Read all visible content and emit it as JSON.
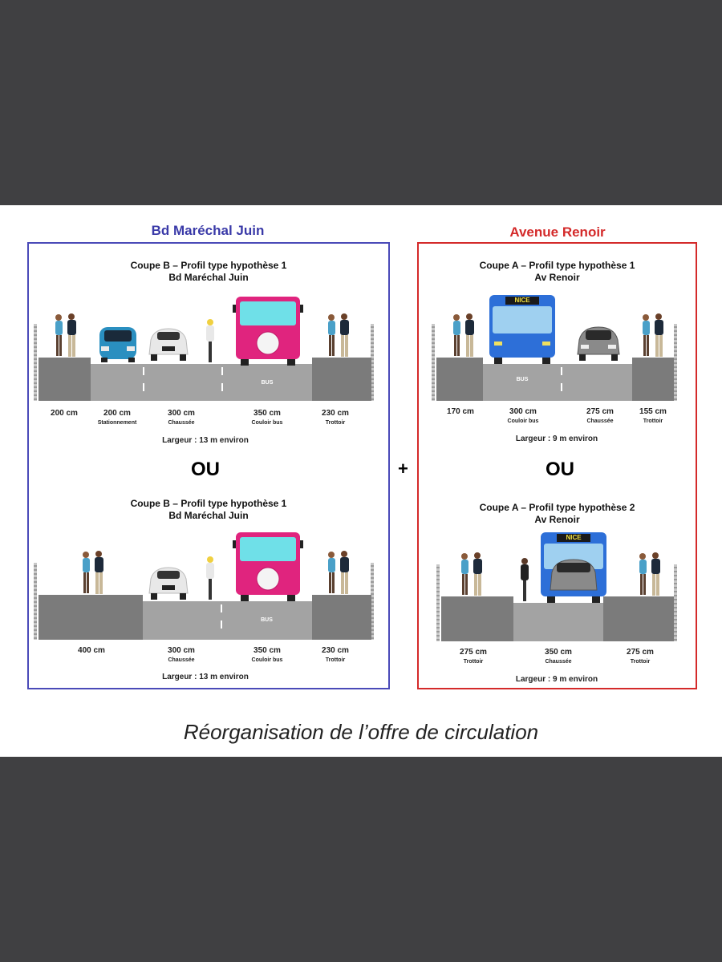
{
  "titles": {
    "left": "Bd Maréchal Juin",
    "right": "Avenue Renoir",
    "left_color": "#3a3aa8",
    "right_color": "#d42a2a"
  },
  "sections": {
    "b1": {
      "title1": "Coupe B – Profil type hypothèse 1",
      "title2": "Bd Maréchal Juin",
      "lanes": [
        {
          "value": "200 cm",
          "name": ""
        },
        {
          "value": "200 cm",
          "name": "Stationnement"
        },
        {
          "value": "300 cm",
          "name": "Chaussée"
        },
        {
          "value": "350 cm",
          "name": "Couloir bus"
        },
        {
          "value": "230 cm",
          "name": "Trottoir"
        }
      ],
      "bus_label": "BUS",
      "width": "Largeur : 13 m environ"
    },
    "b2": {
      "title1": "Coupe B – Profil type hypothèse 1",
      "title2": "Bd Maréchal Juin",
      "lanes": [
        {
          "value": "400 cm",
          "name": ""
        },
        {
          "value": "300 cm",
          "name": "Chaussée"
        },
        {
          "value": "350 cm",
          "name": "Couloir bus"
        },
        {
          "value": "230 cm",
          "name": "Trottoir"
        }
      ],
      "bus_label": "BUS",
      "width": "Largeur : 13 m environ"
    },
    "a1": {
      "title1": "Coupe A – Profil type hypothèse 1",
      "title2": "Av Renoir",
      "lanes": [
        {
          "value": "170 cm",
          "name": ""
        },
        {
          "value": "300 cm",
          "name": "Couloir bus"
        },
        {
          "value": "275 cm",
          "name": "Chaussée"
        },
        {
          "value": "155 cm",
          "name": "Trottoir"
        }
      ],
      "bus_label": "BUS",
      "bus_sign": "NICE",
      "width": "Largeur : 9 m environ"
    },
    "a2": {
      "title1": "Coupe A – Profil type hypothèse 2",
      "title2": "Av Renoir",
      "lanes": [
        {
          "value": "275 cm",
          "name": "Trottoir"
        },
        {
          "value": "350 cm",
          "name": "Chaussée"
        },
        {
          "value": "275 cm",
          "name": "Trottoir"
        }
      ],
      "bus_sign": "NICE",
      "width": "Largeur : 9 m environ"
    }
  },
  "ou": "OU",
  "plus": "+",
  "caption": "Réorganisation de l’offre de circulation",
  "colors": {
    "sidewalk": "#7b7b7b",
    "road": "#a3a3a3",
    "blue_bus": "#2d6fd8",
    "pink_bus": "#e0247e"
  }
}
